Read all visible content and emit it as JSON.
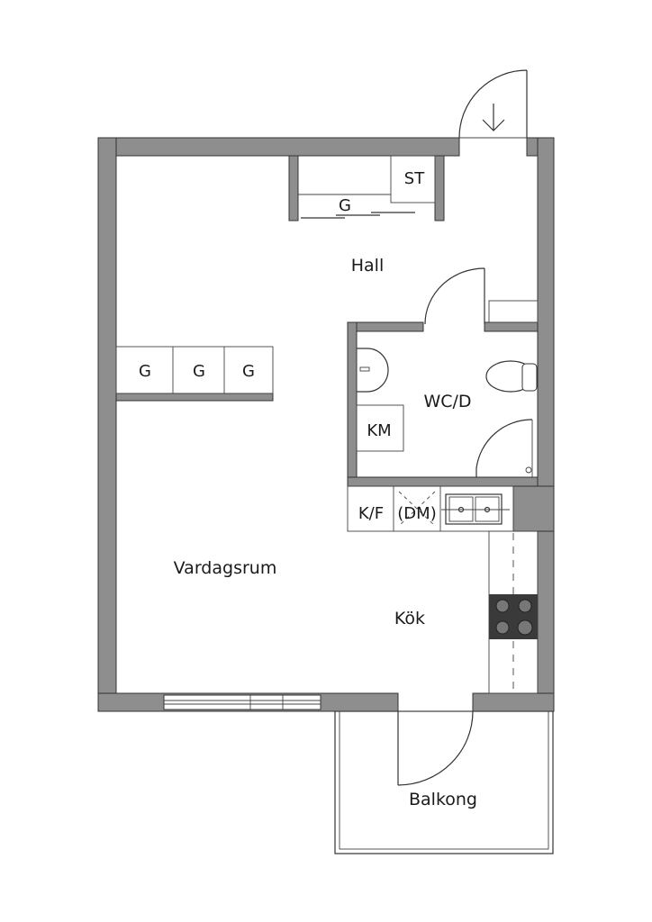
{
  "rooms": {
    "hall": "Hall",
    "wc": "WC/D",
    "living": "Vardagsrum",
    "kitchen": "Kök",
    "balcony": "Balkong"
  },
  "fixtures": {
    "storage": "ST",
    "closet_hall": "G",
    "closets_living": [
      "G",
      "G",
      "G"
    ],
    "washer": "KM",
    "fridge": "K/F",
    "dishwasher": "(DM)"
  },
  "colors": {
    "wall": "#8e8e8e",
    "line": "#333333"
  }
}
